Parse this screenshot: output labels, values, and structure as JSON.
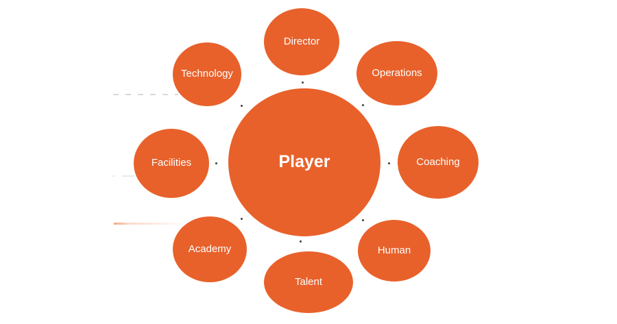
{
  "diagram": {
    "type": "hub-and-spoke",
    "center": {
      "label": "Player"
    },
    "satellites": [
      {
        "id": "director",
        "label": "Director",
        "position": "top"
      },
      {
        "id": "operations",
        "label": "Operations",
        "position": "top-right"
      },
      {
        "id": "coaching",
        "label": "Coaching",
        "position": "right"
      },
      {
        "id": "human",
        "label": "Human",
        "position": "bottom-right"
      },
      {
        "id": "talent",
        "label": "Talent",
        "position": "bottom"
      },
      {
        "id": "academy",
        "label": "Academy",
        "position": "bottom-left"
      },
      {
        "id": "facilities",
        "label": "Facilities",
        "position": "left"
      },
      {
        "id": "technology",
        "label": "Technology",
        "position": "top-left"
      }
    ],
    "connector_style": "small dark dot between center and each satellite",
    "colors": {
      "node_fill": "#E8612B",
      "node_text": "#FFFFFF",
      "connector_dot": "#3F3F3F",
      "dashed_line": "#D7D7D7",
      "faint_dashed_line": "#E9E9E9",
      "salmon_line": "#F5A888",
      "background": "#FFFFFF"
    }
  }
}
